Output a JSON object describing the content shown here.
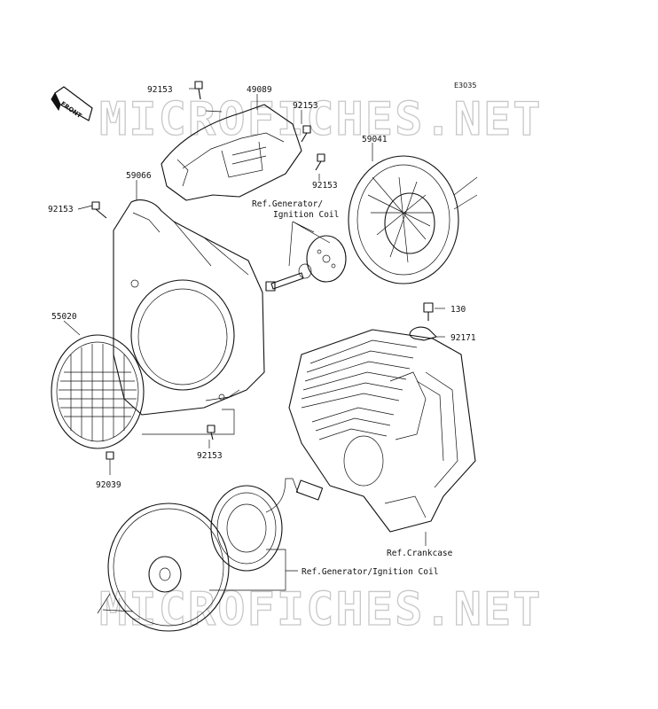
{
  "diagram": {
    "code": "E3035",
    "front_label": "FRONT",
    "watermark": "MICROFICHES.NET",
    "labels": {
      "p92153_top": "92153",
      "p49089": "49089",
      "p92153_right": "92153",
      "p92153_mid": "92153",
      "p59066": "59066",
      "p59041": "59041",
      "p92153_left": "92153",
      "p55020": "55020",
      "p130": "130",
      "p92171": "92171",
      "p92153_bottom": "92153",
      "p92039": "92039",
      "ref_gen_ign_1_line1": "Ref.Generator/",
      "ref_gen_ign_1_line2": "Ignition Coil",
      "ref_crankcase": "Ref.Crankcase",
      "ref_gen_ign_2": "Ref.Generator/Ignition Coil"
    }
  }
}
